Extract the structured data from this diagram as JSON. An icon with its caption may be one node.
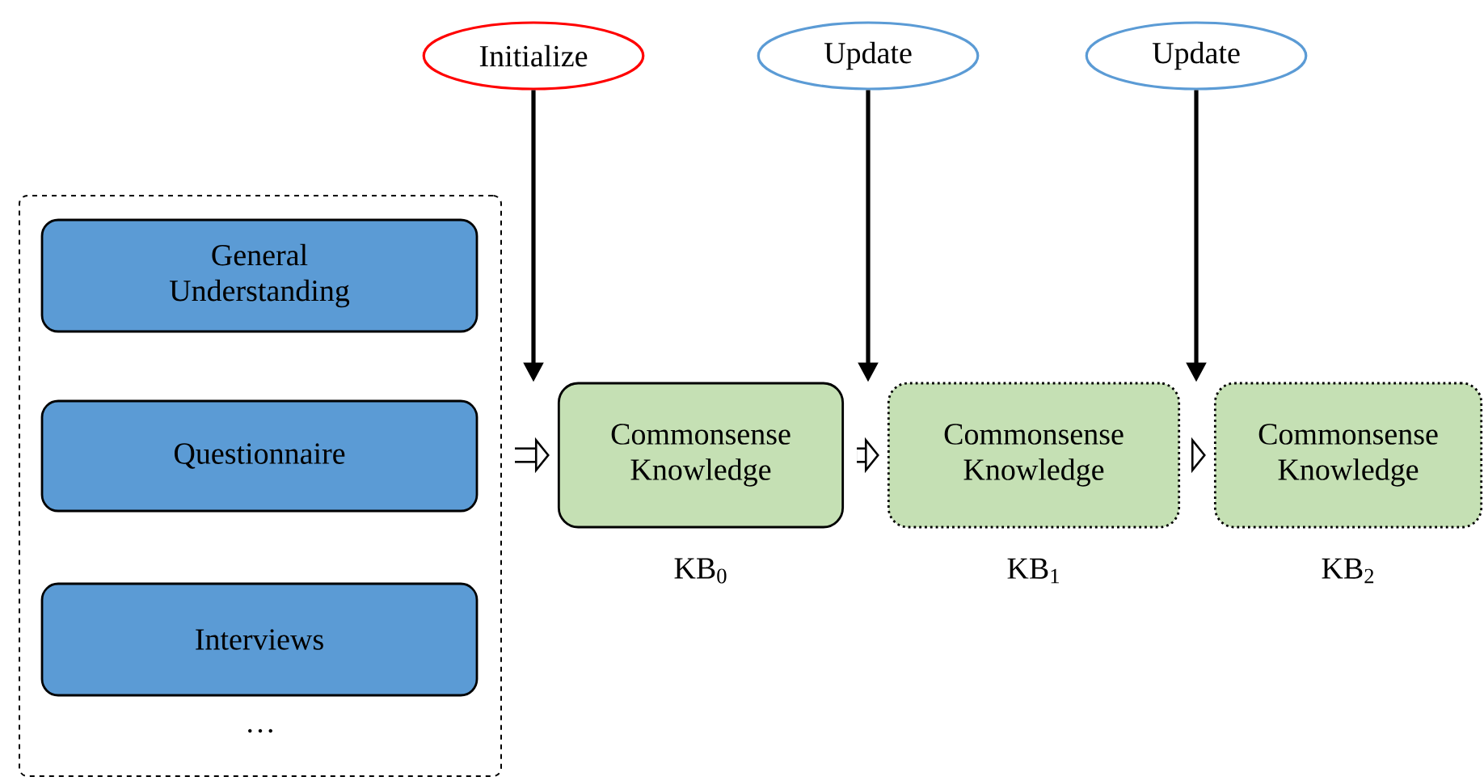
{
  "diagram": {
    "nodes": [
      {
        "text": [],
        "shape": "box"
      },
      {
        "text": [
          "General Understanding"
        ],
        "in": 0
      },
      {
        "text": [
          "Questionnaire"
        ],
        "in": 0
      },
      {
        "text": [
          "Interviews"
        ],
        "in": 0
      },
      {
        "text": [
          "Commonsense Knowledge"
        ],
        "beside": [
          "KB$_{0}$"
        ]
      },
      {
        "text": [
          "Commonsense Knowledge"
        ],
        "beside": [
          "KB$_{1}$"
        ]
      },
      {
        "text": [
          "Commonsense Knowledge"
        ],
        "beside": [
          "KB$_{2}$"
        ]
      },
      {
        "text": [
          "Initialize"
        ]
      },
      {
        "text": [
          "Update"
        ]
      },
      {
        "text": [
          "Update"
        ]
      }
    ],
    "edges": [
      {
        "from": 0,
        "to": 4,
        "arrow": "to",
        "style": "thick"
      },
      {
        "from": 4,
        "to": 5,
        "arrow": "to",
        "style": "thick"
      },
      {
        "from": 5,
        "to": 6,
        "arrow": "to",
        "style": "thick"
      },
      {
        "from": 7,
        "to": 4,
        "arrow": "to"
      },
      {
        "from": 8,
        "to": 5,
        "arrow": "to"
      },
      {
        "from": 9,
        "to": 6,
        "arrow": "to"
      }
    ],
    "labels": [
      "…"
    ]
  }
}
